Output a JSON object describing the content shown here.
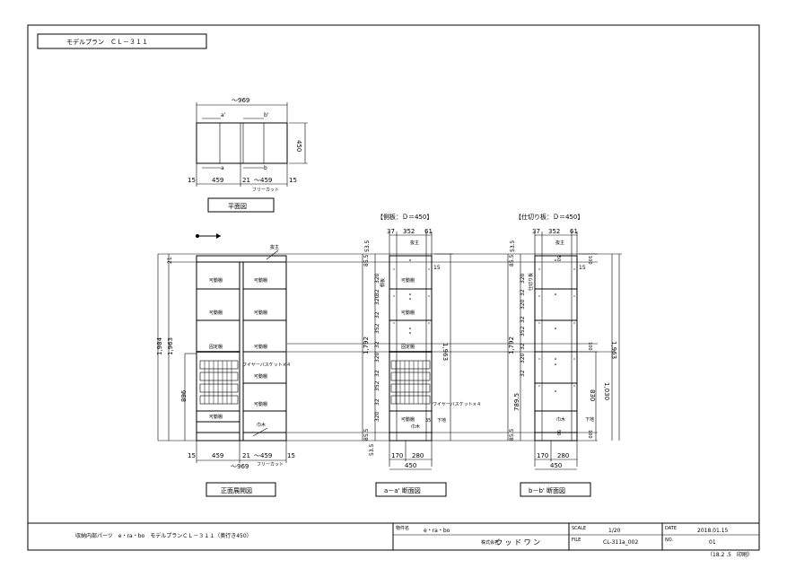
{
  "header": {
    "model_title": "モデルプラン　ＣＬ－３１１"
  },
  "plan": {
    "width_dim": "～969",
    "depth_dim": "450",
    "mark_a_top": "a'",
    "mark_b_top": "b'",
    "mark_a_bottom": "a",
    "mark_b_bottom": "b",
    "dim_left": "15",
    "dim_459": "459",
    "dim_21": "21",
    "dim_free": "～459",
    "dim_right": "15",
    "free_cut": "フリーカット",
    "caption": "平面図"
  },
  "front": {
    "caption": "正面展開図",
    "label_kanagu": "抜主",
    "shelf_movable": "可動棚",
    "shelf_fixed": "固定棚",
    "wire_basket": "ワイヤーバスケット×４",
    "kickplate": "巾木",
    "dim_total_1984": "1,984",
    "dim_total_1963": "1,963",
    "dim_21": "21",
    "dim_896": "896",
    "dim_bottom_15a": "15",
    "dim_bottom_459": "459",
    "dim_bottom_21": "21",
    "dim_bottom_free": "～459",
    "dim_bottom_15b": "15",
    "dim_bottom_969": "～969",
    "free_cut": "フリーカット"
  },
  "section_a": {
    "header": "【側板：Ｄ＝450】",
    "caption": "a－a' 断面図",
    "dim_37": "37",
    "dim_352": "352",
    "dim_61": "61",
    "dim_53_5_top": "53.5",
    "dim_85_5_top": "85.5",
    "dim_1792": "1,792",
    "dim_1963": "1,963",
    "dim_15": "15",
    "dim_85_5_bot": "85.5",
    "dim_53_5_bot": "53.5",
    "dim_170": "170",
    "dim_280": "280",
    "dim_450": "450",
    "label_kanagu": "抜主",
    "label_side": "側板",
    "shelf_movable": "可動棚",
    "shelf_fixed": "固定棚",
    "wire_basket": "ワイヤーバスケット×４",
    "kickplate": "巾木",
    "lower": "下地",
    "dim_35": "35",
    "pitch_list": [
      "320",
      "32",
      "320",
      "32",
      "352",
      "32",
      "320",
      "32",
      "352",
      "32",
      "320"
    ]
  },
  "section_b": {
    "header": "【仕切り板：Ｄ＝450】",
    "caption": "b－b' 断面図",
    "dim_37": "37",
    "dim_352": "352",
    "dim_61": "61",
    "dim_53_5_top": "53.5",
    "dim_85_5_top": "85.5",
    "dim_1792": "1,792",
    "dim_1963": "1,963",
    "dim_1030": "1,030",
    "dim_830": "830",
    "dim_789_5": "789.5",
    "dim_85_5_bot": "85.5",
    "dim_15": "15",
    "dim_100a": "100",
    "dim_100b": "100",
    "dim_100c": "100",
    "dim_50a": "50",
    "dim_50b": "50",
    "dim_170": "170",
    "dim_280": "280",
    "dim_450": "450",
    "label_kanagu": "抜主",
    "label_partition": "仕切り板",
    "kickplate": "巾木",
    "lower": "下地",
    "pitch_list": [
      "320",
      "32",
      "320",
      "32",
      "352",
      "32",
      "320",
      "32"
    ]
  },
  "titleblock": {
    "description": "収納内部パーツ　e・ra・bo　モデルプランＣＬ－３１１（奥行き450）",
    "project_label": "物件名",
    "project": "e・ra・bo",
    "company_label": "株式会社",
    "company": "ウ ッ ド ワ ン",
    "scale_label": "SCALE",
    "scale": "1/20",
    "file_label": "FILE",
    "file": "CL-311a_002",
    "date_label": "DATE",
    "date": "2018.01.15",
    "no_label": "NO.",
    "no": "01",
    "revision": "（18.2 .5　印刷）"
  }
}
